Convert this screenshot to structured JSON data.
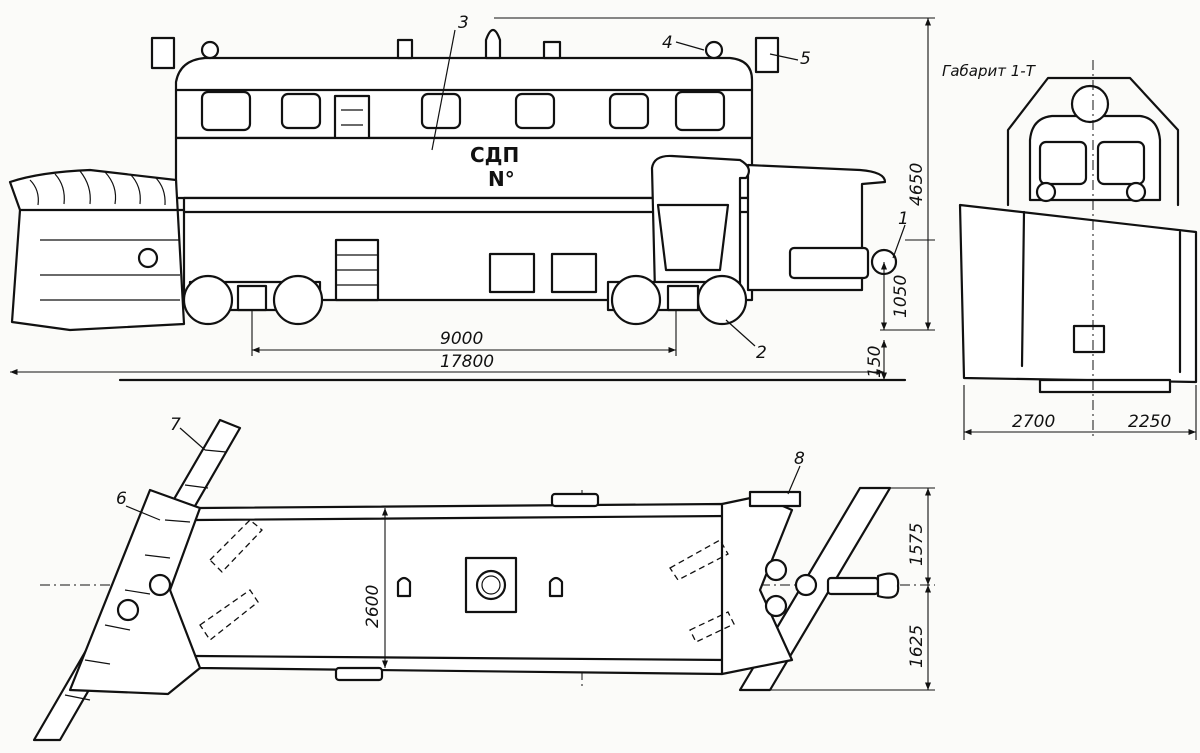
{
  "diagram": {
    "side_view": {
      "body_text_line1": "СДП",
      "body_text_line2": "N°",
      "dimensions": {
        "total_height": "4650",
        "coupler_height": "1050",
        "rail_clearance": "150",
        "wheelbase": "9000",
        "total_length": "17800"
      }
    },
    "front_view": {
      "title": "Габарит 1-Т",
      "dimensions": {
        "left_width": "2700",
        "right_width": "2250"
      }
    },
    "plan_view": {
      "dimensions": {
        "body_width": "2600",
        "right_upper": "1575",
        "right_lower": "1625"
      }
    },
    "callouts": [
      "1",
      "2",
      "3",
      "4",
      "5",
      "6",
      "7",
      "8"
    ]
  }
}
